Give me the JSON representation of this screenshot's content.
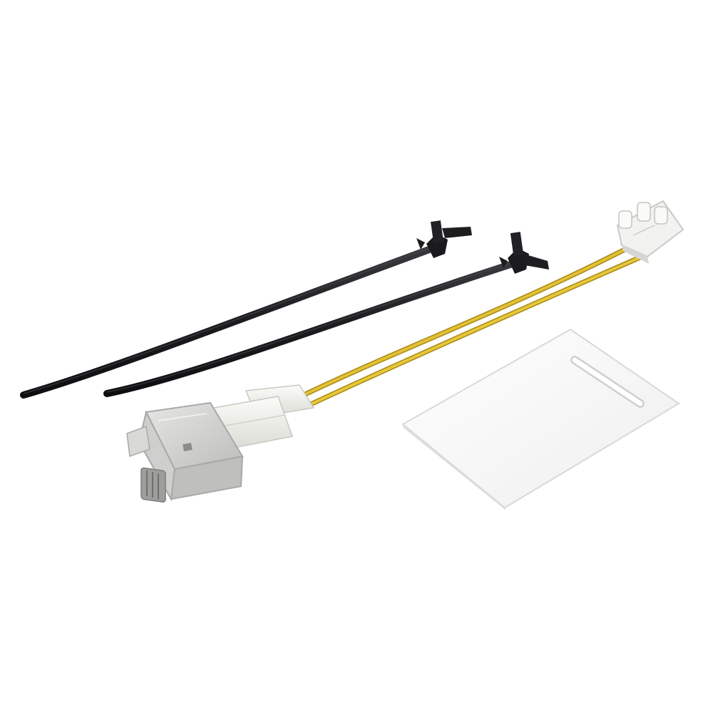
{
  "photo": {
    "background": "#ffffff",
    "items": [
      {
        "name": "cable-tie",
        "count": 2,
        "color": "#1f1f22"
      },
      {
        "name": "yellow-wire-pair",
        "count": 1,
        "color": "#d8b426"
      },
      {
        "name": "white-terminal-block",
        "count": 1,
        "color": "#f1f1ef"
      },
      {
        "name": "grey-plug-connector",
        "count": 1,
        "color": "#d2d2d0"
      },
      {
        "name": "insulating-sheet",
        "count": 1,
        "color": "#fbfbfb"
      }
    ]
  }
}
